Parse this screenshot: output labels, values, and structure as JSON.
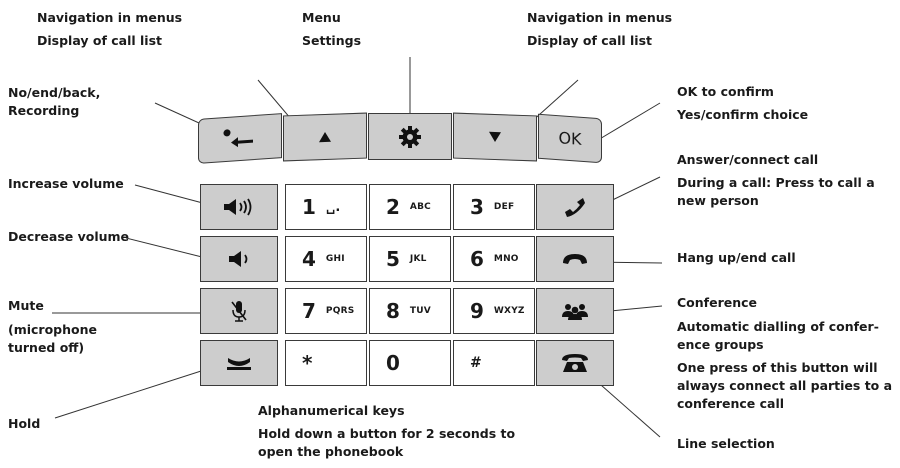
{
  "labels": {
    "nav_left": [
      "Navigation in menus",
      "Display of call list"
    ],
    "menu": [
      "Menu",
      "Settings"
    ],
    "nav_right": [
      "Navigation in menus",
      "Display of call list"
    ],
    "back": [
      "No/end/back,",
      "Recording"
    ],
    "ok": [
      "OK to confirm",
      "Yes/confirm choice"
    ],
    "vol_up": "Increase volume",
    "answer": [
      "Answer/connect call",
      "During a call: Press to call a",
      "new person"
    ],
    "vol_down": "Decrease volume",
    "hangup": "Hang up/end call",
    "mute": [
      "Mute",
      "(microphone",
      "turned off)"
    ],
    "conference": [
      "Conference",
      "Automatic dialling of confer-",
      "ence groups",
      "One press of this button will",
      "always connect all parties to a",
      "conference call"
    ],
    "hold": "Hold",
    "alpha": [
      "Alphanumerical keys",
      "Hold down a button for 2 seconds to",
      "open the phonebook"
    ],
    "line": "Line selection"
  },
  "keys": {
    "ok": "OK",
    "digits": [
      {
        "d": "1",
        "l": "␣."
      },
      {
        "d": "2",
        "l": "ABC"
      },
      {
        "d": "3",
        "l": "DEF"
      },
      {
        "d": "4",
        "l": "GHI"
      },
      {
        "d": "5",
        "l": "JKL"
      },
      {
        "d": "6",
        "l": "MNO"
      },
      {
        "d": "7",
        "l": "PQRS"
      },
      {
        "d": "8",
        "l": "TUV"
      },
      {
        "d": "9",
        "l": "WXYZ"
      },
      {
        "d": "*",
        "l": ""
      },
      {
        "d": "0",
        "l": ""
      },
      {
        "d": "#",
        "l": ""
      }
    ]
  },
  "icons": {
    "back": "record-back-arrow-icon",
    "up": "triangle-up-icon",
    "menu": "gear-icon",
    "down": "triangle-down-icon",
    "vol_up": "speaker-loud-icon",
    "vol_down": "speaker-quiet-icon",
    "mute": "microphone-muted-icon",
    "hold": "hold-handset-icon",
    "answer": "handset-icon",
    "hangup": "hangup-icon",
    "conference": "group-icon",
    "line": "desk-phone-icon"
  },
  "colors": {
    "key_gray": "#cdcdcd",
    "key_white": "#ffffff",
    "outline": "#3a3a3a"
  }
}
